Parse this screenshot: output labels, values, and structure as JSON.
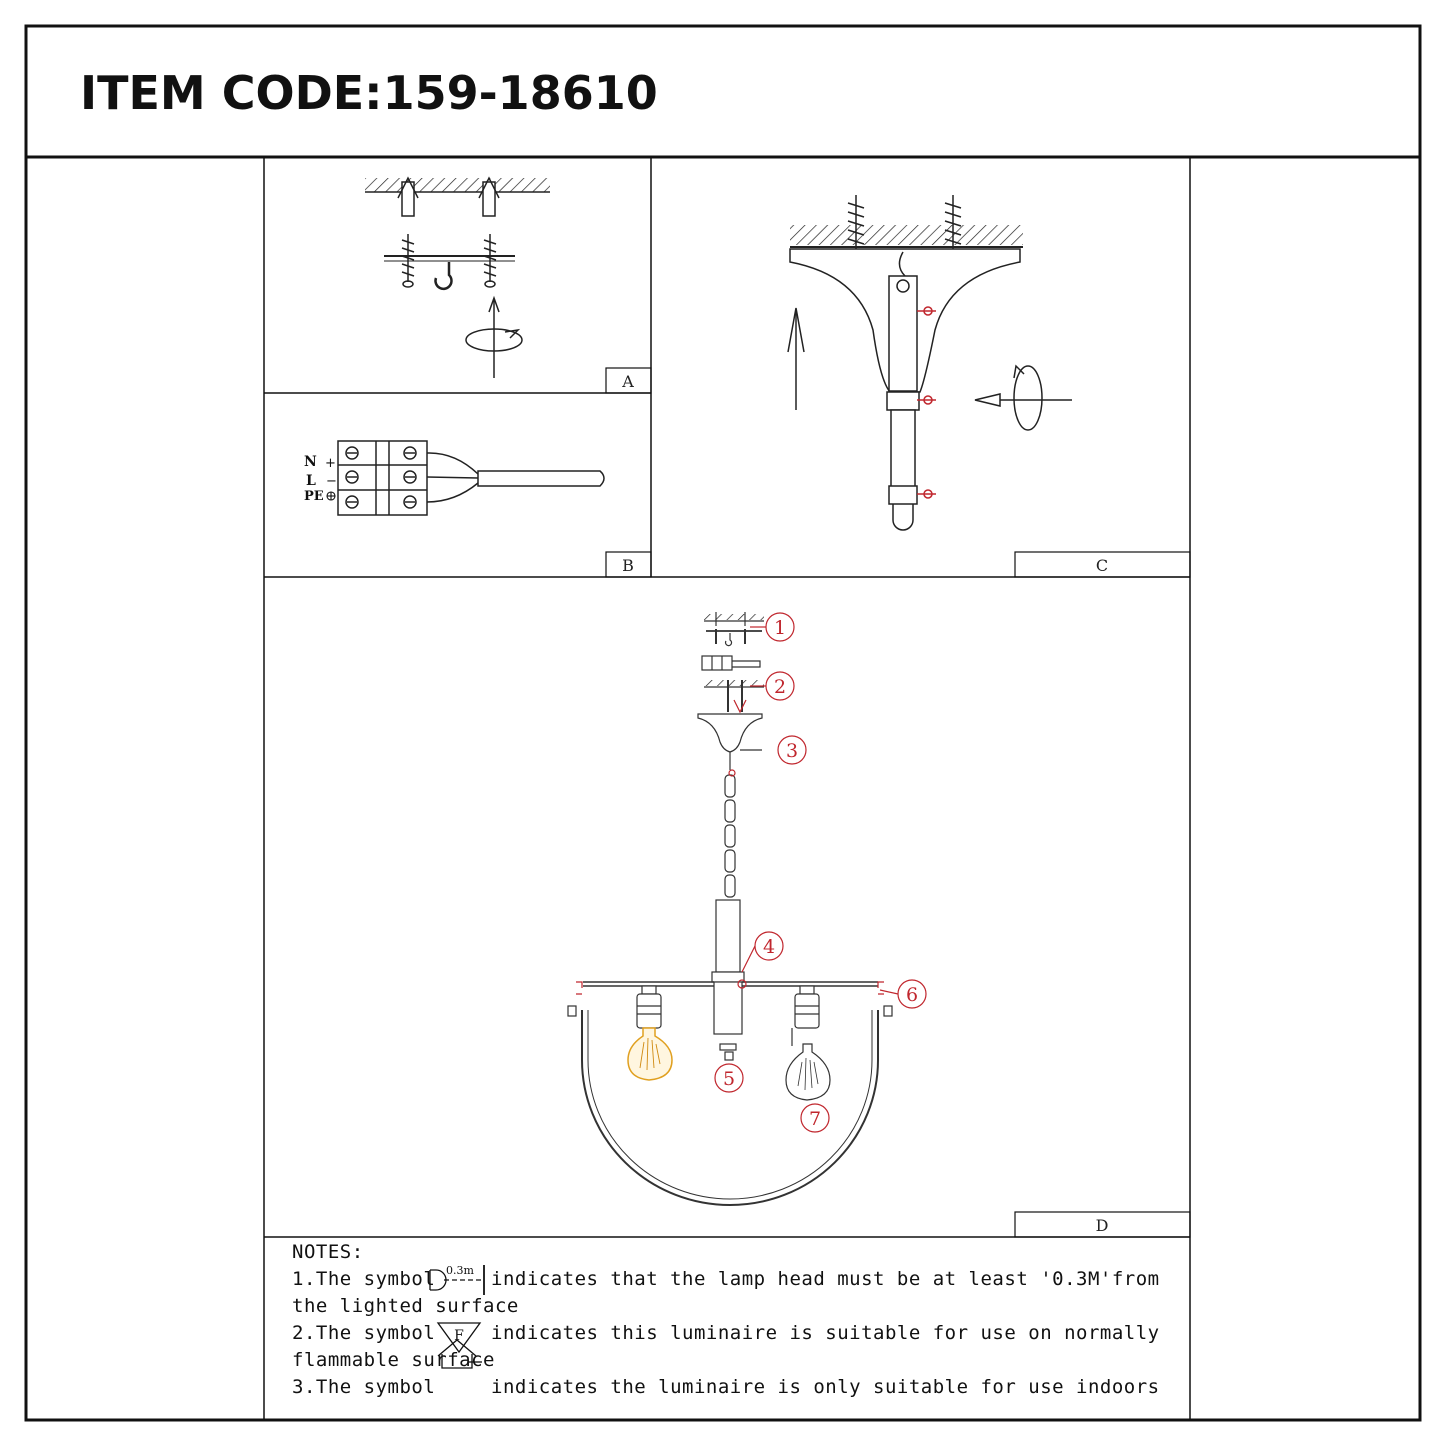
{
  "header": {
    "title": "ITEM CODE:159-18610"
  },
  "panels": {
    "a": "A",
    "b": "B",
    "c": "C",
    "d": "D"
  },
  "wiring": {
    "n": "N",
    "l": "L",
    "pe": "PE",
    "plus": "+",
    "minus": "−"
  },
  "callouts": [
    "1",
    "2",
    "3",
    "4",
    "5",
    "6",
    "7"
  ],
  "notes": {
    "heading": "NOTES:",
    "n1a": "1.The symbol",
    "n1sym": "0.3m",
    "n1b": "indicates that the lamp head must be at least '0.3M'from",
    "n1c": "the lighted surface",
    "n2a": "2.The symbol",
    "n2sym": "F",
    "n2b": "indicates this luminaire is suitable for use on normally",
    "n2c": "flammable surface",
    "n3a": "3.The symbol",
    "n3b": "indicates the luminaire is only suitable for use indoors"
  },
  "colors": {
    "callout": "#c0262d",
    "bulb": "#e0a020",
    "line": "#222222"
  }
}
